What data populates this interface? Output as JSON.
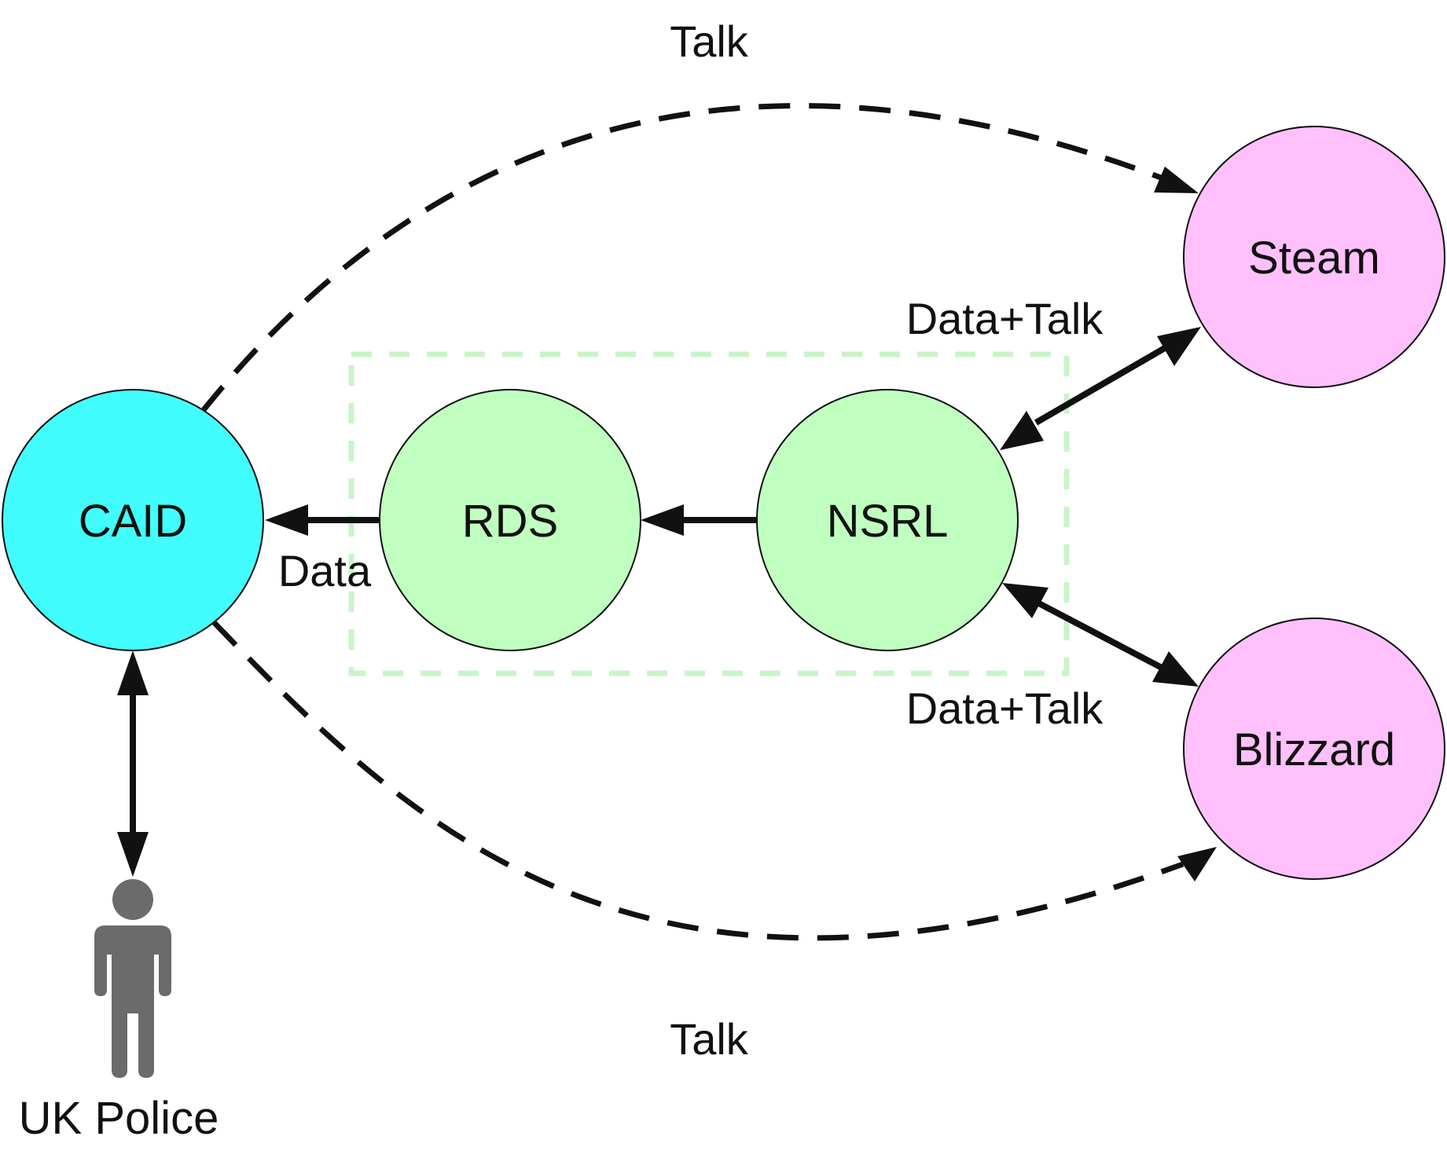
{
  "nodes": {
    "caid": {
      "label": "CAID",
      "color": "#42fdfd"
    },
    "rds": {
      "label": "RDS",
      "color": "#bfffbf"
    },
    "nsrl": {
      "label": "NSRL",
      "color": "#bfffbf"
    },
    "steam": {
      "label": "Steam",
      "color": "#ffc0fc"
    },
    "blizzard": {
      "label": "Blizzard",
      "color": "#ffc0fc"
    }
  },
  "edges": {
    "caid_steam_talk": "Talk",
    "caid_blizzard_talk": "Talk",
    "rds_caid_data": "Data",
    "nsrl_steam_datatalk": "Data+Talk",
    "nsrl_blizzard_datatalk": "Data+Talk"
  },
  "actor": {
    "label": "UK Police",
    "icon": "person-icon",
    "color": "#6b6b6b"
  },
  "group_box": {
    "color": "#c8f5c8"
  }
}
